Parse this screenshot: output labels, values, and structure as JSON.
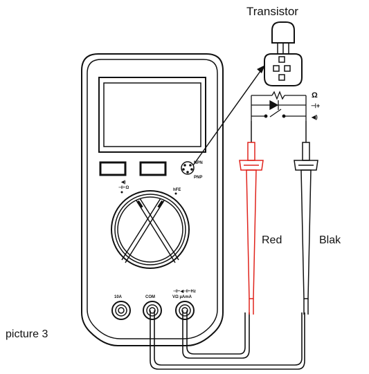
{
  "title": "Transistor",
  "caption": "picture 3",
  "probes": {
    "red_label": "Red",
    "black_label": "Blak"
  },
  "meter": {
    "hfe_label": "hFE",
    "npn_label": "NPN",
    "pnp_label": "PNP",
    "jack_10a": "10A",
    "jack_com": "COM",
    "jack_v_line1": "⊣⊢◀⊣⊢Hz",
    "jack_v_line2": "VΩ µAmA",
    "dial_mark": "◀)\n⊣⊢Ω"
  },
  "symbols": {
    "ohm": "Ω",
    "diode": "⊣+",
    "buzzer": "◀)"
  },
  "colors": {
    "red_probe": "#e0221b",
    "outline": "#111111"
  }
}
